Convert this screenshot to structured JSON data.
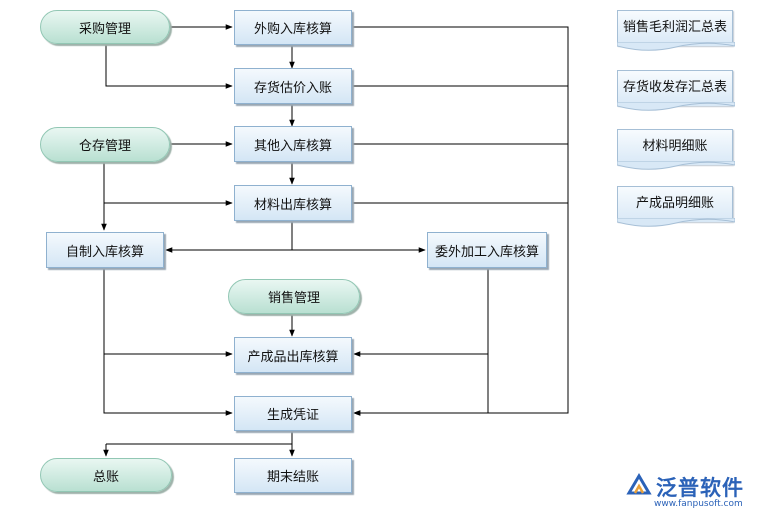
{
  "diagram": {
    "nodes": {
      "procurement": "采购管理",
      "purchase_in": "外购入库核算",
      "inventory_est": "存货估价入账",
      "warehouse": "仓存管理",
      "other_in": "其他入库核算",
      "material_out": "材料出库核算",
      "self_made_in": "自制入库核算",
      "outsourced_in": "委外加工入库核算",
      "sales": "销售管理",
      "product_out": "产成品出库核算",
      "voucher": "生成凭证",
      "ledger": "总账",
      "period_close": "期末结账"
    },
    "reports": [
      "销售毛利润汇总表",
      "存货收发存汇总表",
      "材料明细账",
      "产成品明细账"
    ]
  },
  "logo": {
    "name": "泛普软件",
    "url": "www.fanpusoft.com"
  },
  "colors": {
    "line": "#000000",
    "rect_border": "#8fb1cf",
    "pill_border": "#92c7b4",
    "brand": "#2b62b8"
  }
}
